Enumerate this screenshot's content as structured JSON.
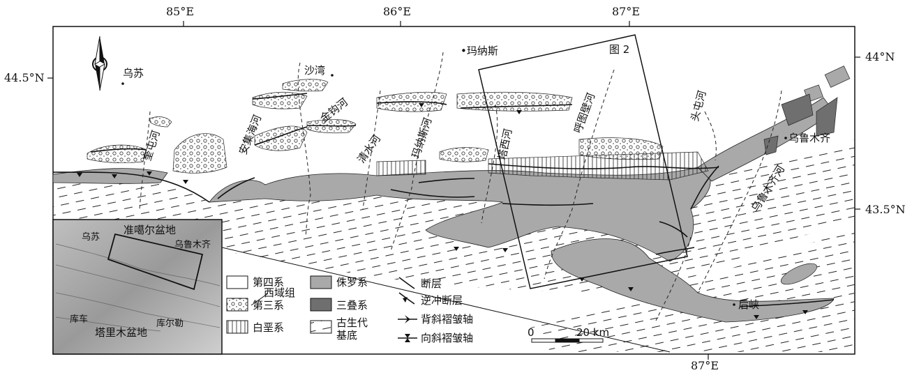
{
  "map": {
    "coords": {
      "top_85": "85°E",
      "top_86": "86°E",
      "top_87": "87°E",
      "bottom_87": "87°E",
      "left_44_5": "44.5°N",
      "right_44": "44°N",
      "right_43_5": "43.5°N"
    },
    "places": {
      "wusu": "乌苏",
      "shawan": "沙湾",
      "manasi": "•玛纳斯",
      "urumqi": "乌鲁木齐",
      "houxia": "后峡"
    },
    "rivers": {
      "kuitun": "奎屯河",
      "anjihai": "安集海河",
      "jingou": "金钩河",
      "qingshui": "清水河",
      "manasi_he": "玛纳斯河",
      "taxi": "塔西河",
      "hutubi": "呼图壁河",
      "toutun": "头屯河",
      "urumqi_he": "乌鲁木齐河"
    },
    "figure_box_label": "图 2",
    "scale": {
      "zero": "0",
      "end": "20 km"
    },
    "inset": {
      "junggar": "准噶尔盆地",
      "wusu": "乌苏",
      "urumqi": "乌鲁木齐",
      "kuche": "库车",
      "kuerle": "库尔勒",
      "tarim": "塔里木盆地"
    },
    "legend": {
      "quaternary": "第四系",
      "xiyu": "西域组",
      "tertiary": "第三系",
      "cretaceous": "白垩系",
      "jurassic": "侏罗系",
      "triassic": "三叠系",
      "paleozoic_1": "古生代",
      "paleozoic_2": "基底",
      "fault": "断层",
      "thrust": "逆冲断层",
      "anticline": "背斜褶皱轴",
      "syncline": "向斜褶皱轴"
    },
    "colors": {
      "jurassic": "#a9a9a9",
      "triassic": "#6f6f6f",
      "line": "#111111"
    }
  }
}
